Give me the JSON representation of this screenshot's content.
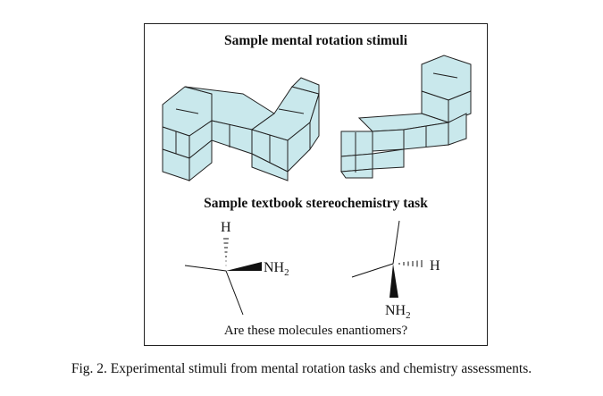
{
  "figure": {
    "title_rotation": "Sample mental rotation stimuli",
    "title_chemistry": "Sample textbook stereochemistry task",
    "question": "Are these molecules enantiomers?",
    "molecule_left": {
      "top_label": "H",
      "right_label": "NH",
      "right_sub": "2"
    },
    "molecule_right": {
      "right_label": "H",
      "bottom_label": "NH",
      "bottom_sub": "2"
    },
    "cube_color": "#c9e8ec"
  },
  "caption": "Fig. 2. Experimental stimuli from mental rotation tasks and chemistry assessments."
}
